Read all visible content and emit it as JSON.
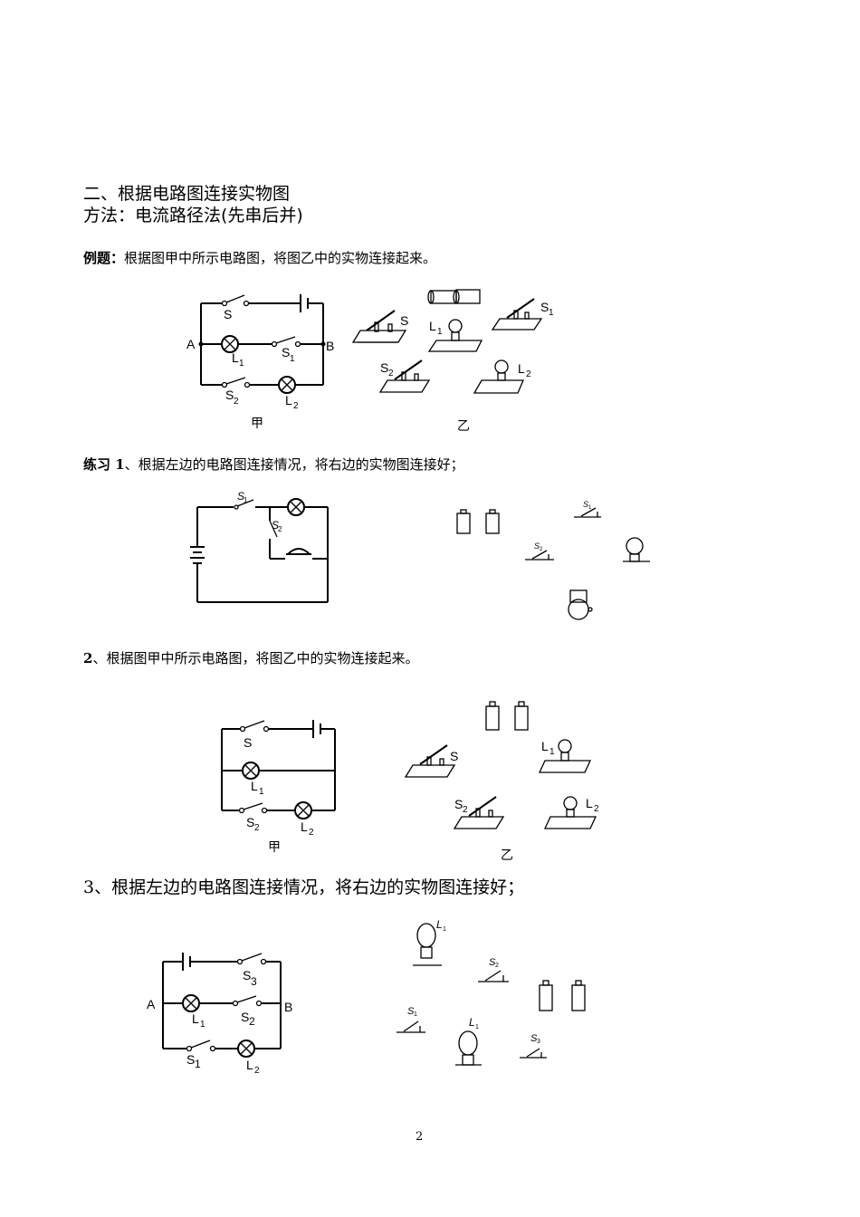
{
  "section": {
    "title": "二、根据电路图连接实物图",
    "method": "方法：电流路径法(先串后并)"
  },
  "example": {
    "label": "例题：",
    "text": "根据图甲中所示电路图，将图乙中的实物连接起来。",
    "circuit_labels": {
      "s": "S",
      "a": "A",
      "b": "B",
      "l1": "L",
      "s1": "S",
      "s2": "S",
      "l2": "L",
      "sub1": "1",
      "sub2": "2",
      "caption": "甲"
    },
    "object_labels": {
      "s": "S",
      "s1": "S",
      "l1": "L",
      "s2": "S",
      "l2": "L",
      "sub1": "1",
      "sub2": "2",
      "caption": "乙"
    }
  },
  "exercise1": {
    "label": "练习 1",
    "text": "、根据左边的电路图连接情况，将右边的实物图连接好；",
    "circuit_labels": {
      "s1": "S",
      "s2": "S",
      "sub1": "1",
      "sub2": "2"
    },
    "object_labels": {
      "s1": "S",
      "s2": "S",
      "sub1": "1",
      "sub2": "2"
    }
  },
  "exercise2": {
    "label": "2",
    "text": "、根据图甲中所示电路图，将图乙中的实物连接起来。",
    "circuit_labels": {
      "s": "S",
      "l1": "L",
      "s2": "S",
      "l2": "L",
      "sub1": "1",
      "sub2": "2",
      "caption": "甲"
    },
    "object_labels": {
      "s": "S",
      "l1": "L",
      "s2": "S",
      "l2": "L",
      "sub1": "1",
      "sub2": "2",
      "caption": "乙"
    }
  },
  "exercise3": {
    "text": "3、根据左边的电路图连接情况，将右边的实物图连接好；",
    "circuit_labels": {
      "a": "A",
      "b": "B",
      "s3": "S",
      "l1": "L",
      "s2": "S",
      "s1": "S",
      "l2": "L",
      "sub1": "1",
      "sub2": "2",
      "sub3": "3"
    },
    "object_labels": {
      "l1_top": "L",
      "s2": "S",
      "s1": "S",
      "l1": "L",
      "s3": "S",
      "sub1": "1",
      "sub2": "2",
      "sub3": "3"
    }
  },
  "footer": {
    "page_number": "2"
  }
}
